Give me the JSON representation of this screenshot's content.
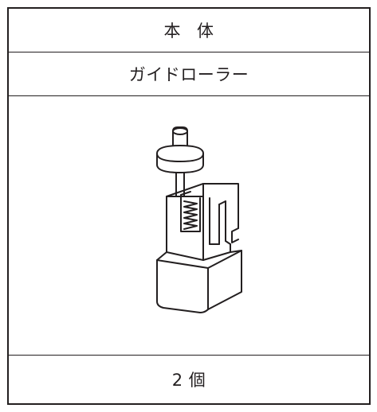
{
  "table": {
    "title_char_1": "本",
    "title_char_2": "体",
    "part_name": "ガイドローラー",
    "quantity": "2 個"
  },
  "figure": {
    "icon": "guide-roller-illustration"
  }
}
